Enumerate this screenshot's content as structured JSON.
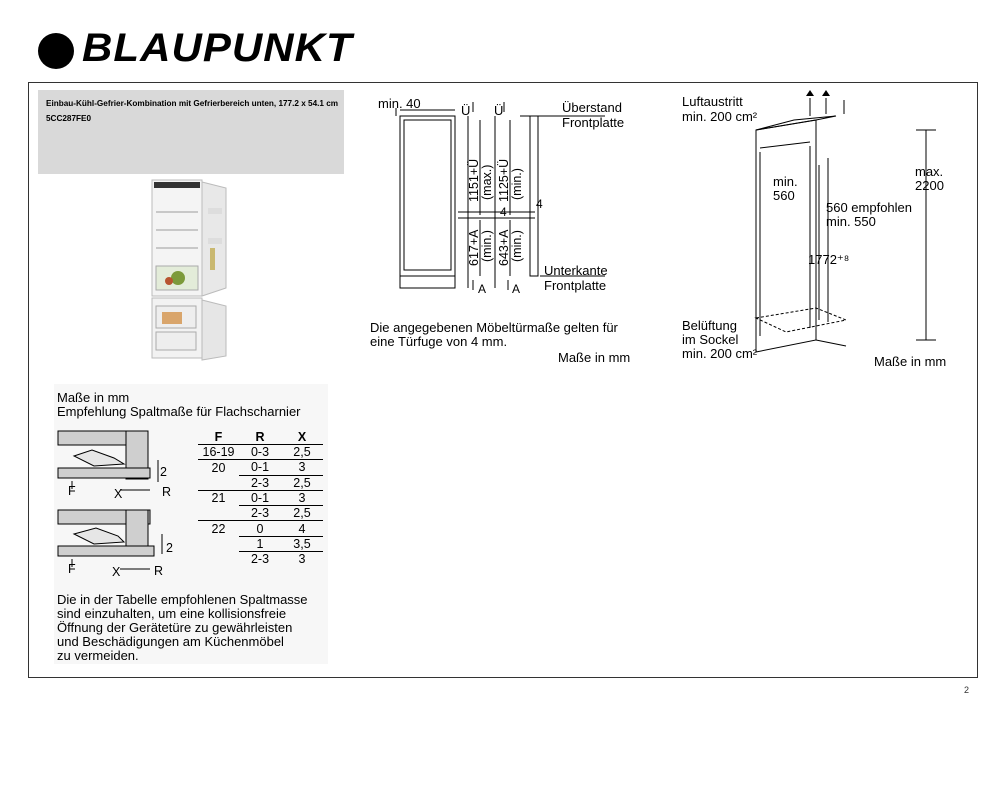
{
  "brand": {
    "name": "BLAUPUNKT"
  },
  "header": {
    "title": "Einbau-Kühl-Gefrier-Kombination mit Gefrierbereich unten, 177.2 x 54.1 cm",
    "model": "5CC287FE0"
  },
  "page": {
    "number": "2"
  },
  "front_diagram": {
    "min40": "min. 40",
    "u1": "Ü",
    "u2": "Ü",
    "ueberstand_frontplatte": [
      "Überstand",
      "Frontplatte"
    ],
    "dim_1151": "1151+Ü",
    "max": "(max.)",
    "dim_1125": "1125+Ü",
    "min": "(min.)",
    "dim_617": "617+A",
    "dim_643": "643+A",
    "four_a": "4",
    "four_b": "4",
    "unterkante_frontplatte": [
      "Unterkante",
      "Frontplatte"
    ],
    "a1": "A",
    "a2": "A",
    "note": [
      "Die angegebenen Möbeltürmaße gelten für",
      "eine Türfuge von 4 mm."
    ],
    "unit": "Maße in mm"
  },
  "niche_diagram": {
    "luftaustritt": [
      "Luftaustritt",
      "min. 200 cm²"
    ],
    "max2200": [
      "max.",
      "2200"
    ],
    "min560": [
      "min.",
      "560"
    ],
    "empf560": [
      "560 empfohlen",
      "min. 550"
    ],
    "height": "1772⁺⁸",
    "belueftung": [
      "Belüftung",
      "im Sockel",
      "min. 200 cm²"
    ],
    "unit": "Maße in mm"
  },
  "gap_section": {
    "title1": "Maße in mm",
    "title2": "Empfehlung Spaltmaße für Flachscharnier",
    "labels": {
      "two": "2",
      "f": "F",
      "x": "X",
      "r": "R"
    },
    "table": {
      "headers": [
        "F",
        "R",
        "X"
      ],
      "rows": [
        [
          "16-19",
          "0-3",
          "2,5"
        ],
        [
          "20",
          "0-1",
          "3"
        ],
        [
          "",
          "2-3",
          "2,5"
        ],
        [
          "21",
          "0-1",
          "3"
        ],
        [
          "",
          "2-3",
          "2,5"
        ],
        [
          "22",
          "0",
          "4"
        ],
        [
          "",
          "1",
          "3,5"
        ],
        [
          "",
          "2-3",
          "3"
        ]
      ]
    },
    "note": [
      "Die in der Tabelle empfohlenen Spaltmasse",
      "sind einzuhalten, um eine kollisionsfreie",
      "Öffnung der Gerätetüre zu gewährleisten",
      "und Beschädigungen am Küchenmöbel",
      "zu vermeiden."
    ]
  }
}
